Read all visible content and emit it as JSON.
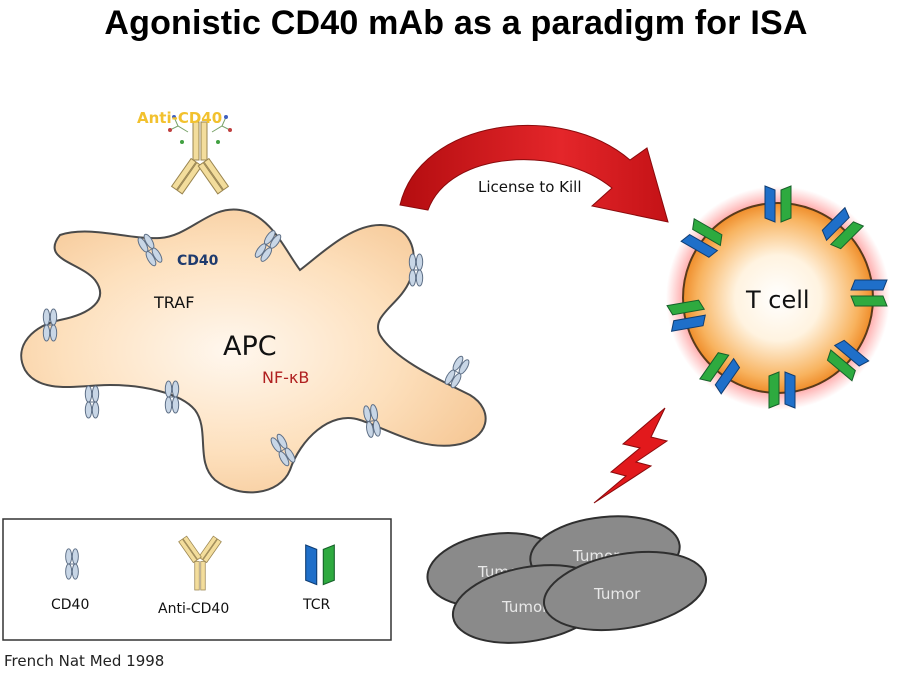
{
  "title": "Agonistic CD40 mAb as a paradigm for ISA",
  "labels": {
    "anti_cd40": "Anti-CD40",
    "cd40": "CD40",
    "traf": "TRAF",
    "apc": "APC",
    "nfkb": "NF-κB",
    "license": "License to Kill",
    "tcell": "T cell",
    "tumor": "Tumor"
  },
  "legend": {
    "cd40": "CD40",
    "anti_cd40": "Anti-CD40",
    "tcr": "TCR"
  },
  "citation": "French Nat Med 1998",
  "colors": {
    "apc": "#fbd9b0",
    "tcell_fill": "#f7a955",
    "tcell_glow": "#ff2a2a",
    "tcr_blue": "#1f6fc9",
    "tcr_green": "#2eaa3f",
    "antibody": "#f3dd9c",
    "arrow": "#d6161a",
    "tumor": "#8a8a8a",
    "anti_cd40_text": "#f2c12e",
    "nfkb_text": "#b02020",
    "cd40_text": "#1f3b6e"
  }
}
